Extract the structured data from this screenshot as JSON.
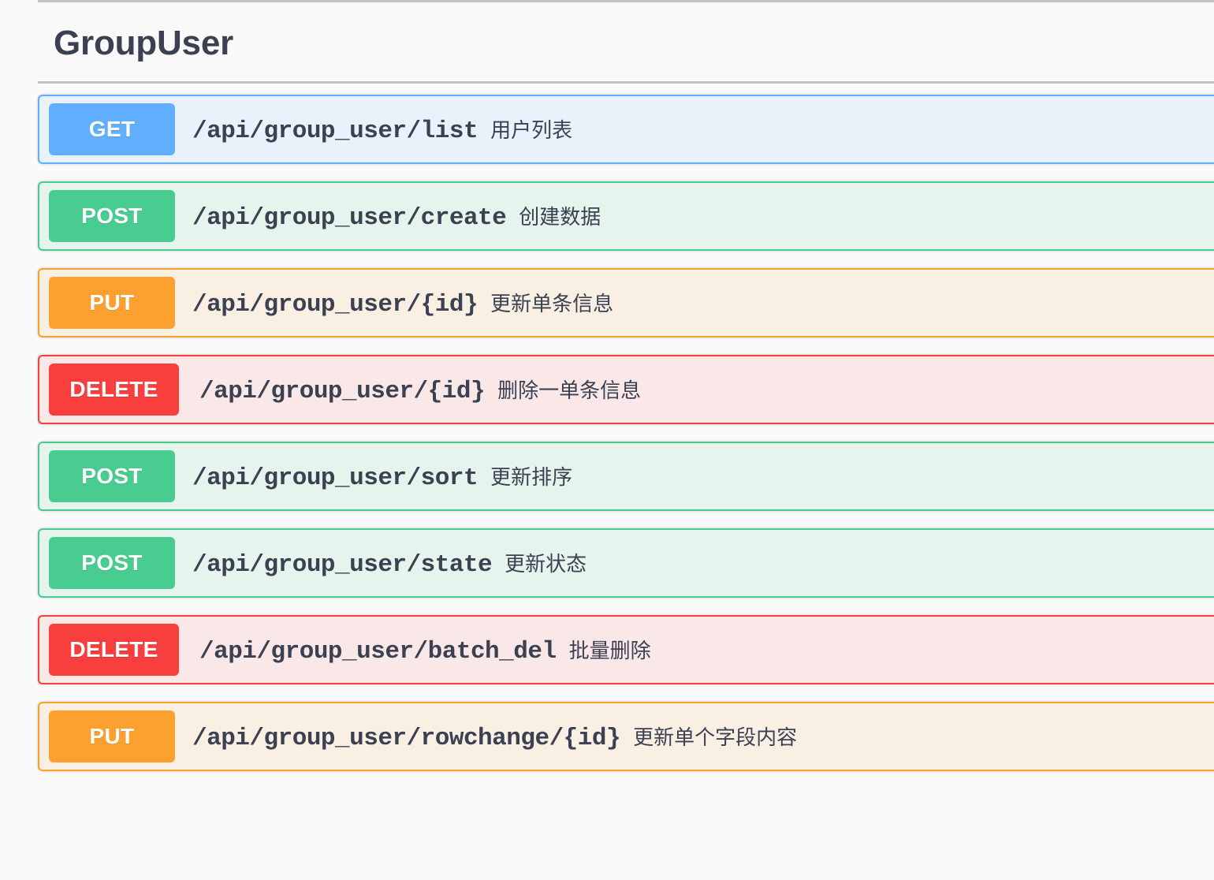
{
  "tag": {
    "name": "GroupUser"
  },
  "operations": [
    {
      "method": "GET",
      "method_class": "get",
      "path": "/api/group_user/list",
      "description": "用户列表",
      "color": "#61affe",
      "bg": "#e8f2fb"
    },
    {
      "method": "POST",
      "method_class": "post",
      "path": "/api/group_user/create",
      "description": "创建数据",
      "color": "#49cc90",
      "bg": "#e5f4ed"
    },
    {
      "method": "PUT",
      "method_class": "put",
      "path": "/api/group_user/{id}",
      "description": "更新单条信息",
      "color": "#fca130",
      "bg": "#faefe3"
    },
    {
      "method": "DELETE",
      "method_class": "delete",
      "path": "/api/group_user/{id}",
      "description": "删除一单条信息",
      "color": "#f93e3e",
      "bg": "#fae7e7"
    },
    {
      "method": "POST",
      "method_class": "post",
      "path": "/api/group_user/sort",
      "description": "更新排序",
      "color": "#49cc90",
      "bg": "#e5f4ed"
    },
    {
      "method": "POST",
      "method_class": "post",
      "path": "/api/group_user/state",
      "description": "更新状态",
      "color": "#49cc90",
      "bg": "#e5f4ed"
    },
    {
      "method": "DELETE",
      "method_class": "delete",
      "path": "/api/group_user/batch_del",
      "description": "批量删除",
      "color": "#f93e3e",
      "bg": "#fae7e7"
    },
    {
      "method": "PUT",
      "method_class": "put",
      "path": "/api/group_user/rowchange/{id}",
      "description": "更新单个字段内容",
      "color": "#fca130",
      "bg": "#faefe3"
    }
  ]
}
